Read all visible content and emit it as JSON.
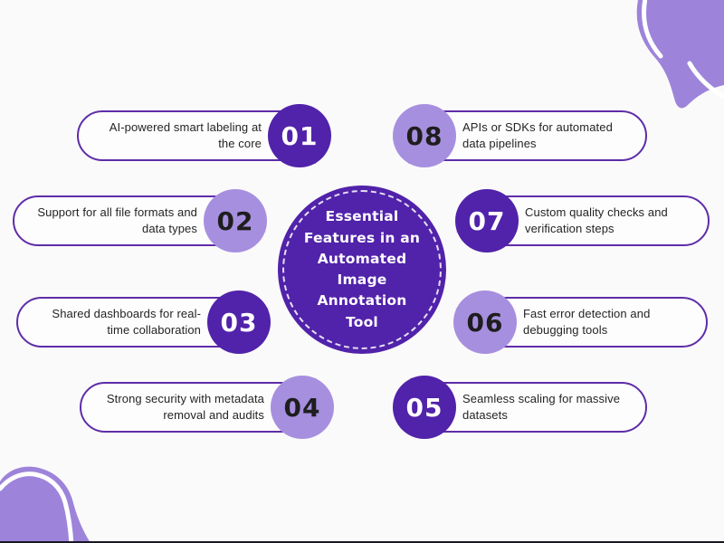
{
  "page": {
    "type": "infographic",
    "background": "#fbfafa"
  },
  "center": {
    "title": "Essential\nFeatures in an\nAutomated\nImage\nAnnotation\nTool"
  },
  "features": [
    {
      "number": "01",
      "label": "AI-powered smart labeling at\nthe core"
    },
    {
      "number": "02",
      "label": "Support for all file formats and\ndata types"
    },
    {
      "number": "03",
      "label": "Shared dashboards for real-\ntime collaboration"
    },
    {
      "number": "04",
      "label": "Strong security with metadata\nremoval and audits"
    },
    {
      "number": "05",
      "label": "Seamless scaling for massive\ndatasets"
    },
    {
      "number": "06",
      "label": "Fast error detection and\ndebugging tools"
    },
    {
      "number": "07",
      "label": "Custom quality checks and\nverification steps"
    },
    {
      "number": "08",
      "label": "APIs or SDKs for automated\ndata pipelines"
    }
  ],
  "colors": {
    "hub_purple": "#5122aa",
    "dark_bubble": "#5122aa",
    "light_bubble": "#a78fdf",
    "pill_border": "#5e2da8",
    "pill_fill": "#fefdfd",
    "blob_purple": "#9d84da",
    "text_dark": "#242424",
    "text_light": "#ffffff",
    "bottom_line": "#191724",
    "background": "#fbfafa"
  }
}
